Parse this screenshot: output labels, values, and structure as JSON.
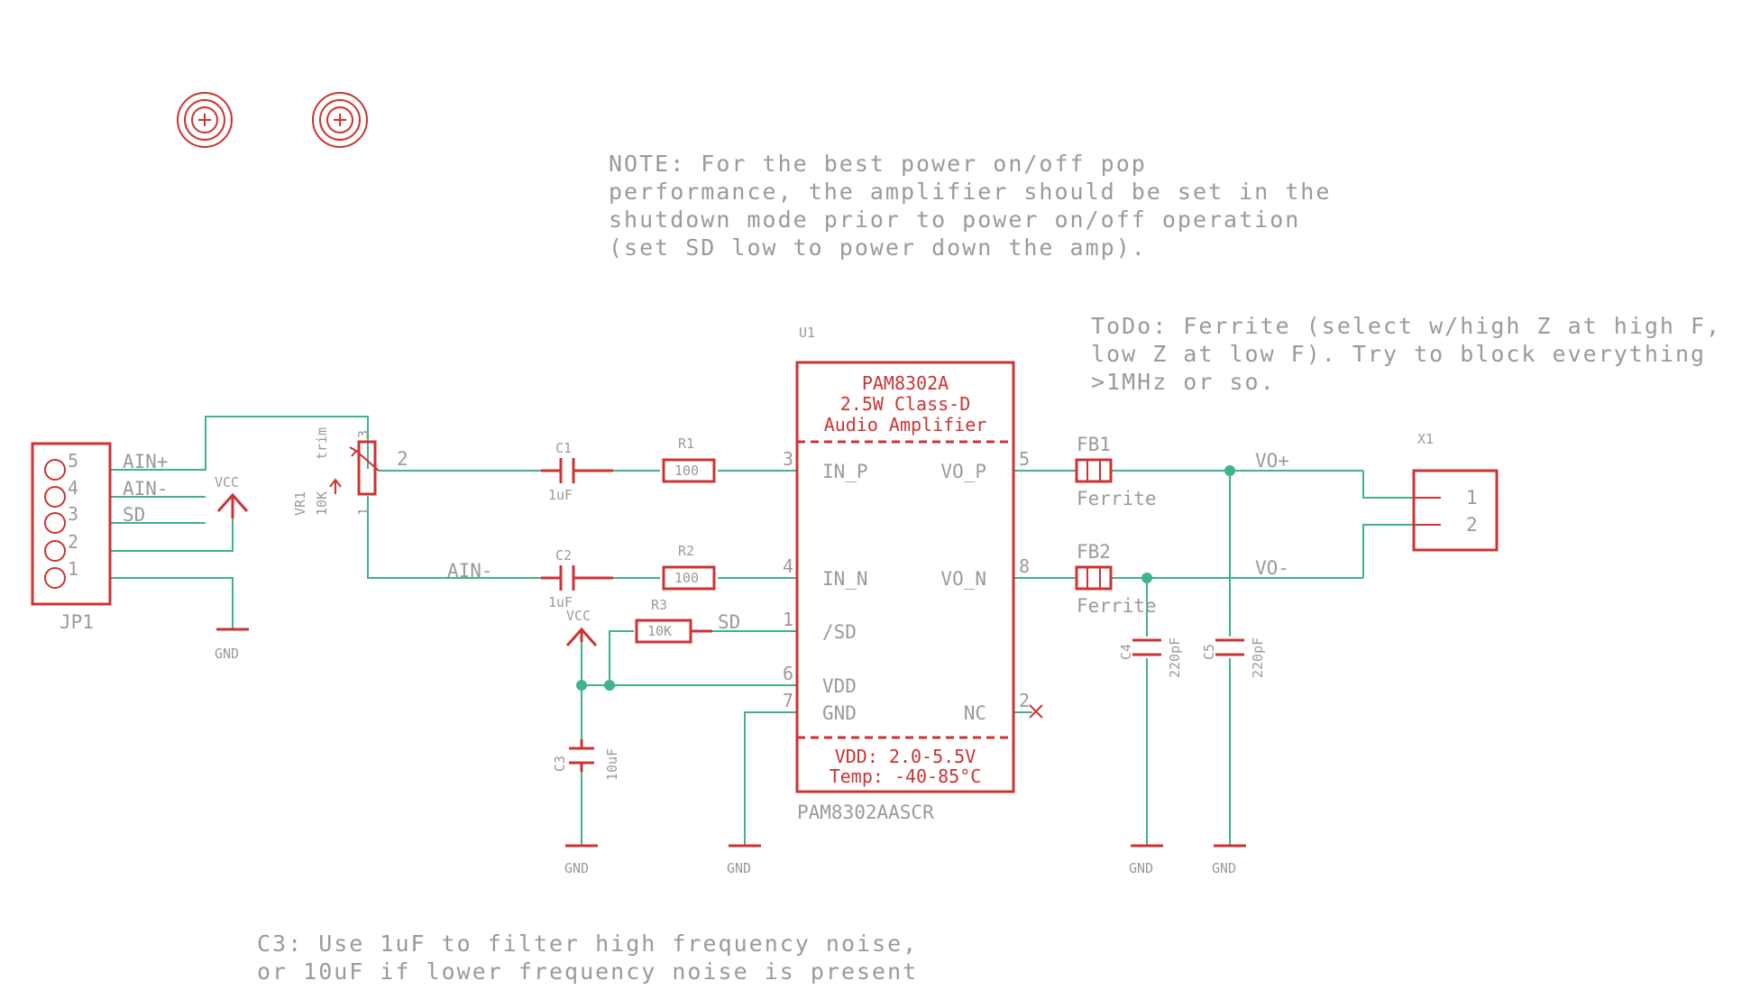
{
  "notes": {
    "power_note": [
      "NOTE: For the best power on/off pop",
      "performance, the amplifier should be set in the",
      "shutdown mode prior to power on/off operation",
      "(set SD low to power down the amp)."
    ],
    "todo_note": [
      "ToDo: Ferrite (select w/high Z at high F,",
      "low Z at low F). Try to block everything",
      ">1MHz or so."
    ],
    "c3_note": [
      "C3: Use 1uF to filter high frequency noise,",
      "or 10uF if lower frequency noise is present"
    ]
  },
  "ic": {
    "ref": "U1",
    "part": "PAM8302AASCR",
    "title": [
      "PAM8302A",
      "2.5W Class-D",
      "Audio Amplifier"
    ],
    "specs": [
      "VDD:  2.0-5.5V",
      "Temp: -40-85°C"
    ],
    "pins": {
      "in_p": {
        "num": "3",
        "name": "IN_P"
      },
      "in_n": {
        "num": "4",
        "name": "IN_N"
      },
      "sd": {
        "num": "1",
        "name": "/SD"
      },
      "vdd": {
        "num": "6",
        "name": "VDD"
      },
      "gnd": {
        "num": "7",
        "name": "GND"
      },
      "vo_p": {
        "num": "5",
        "name": "VO_P"
      },
      "vo_n": {
        "num": "8",
        "name": "VO_N"
      },
      "nc": {
        "num": "2",
        "name": "NC"
      }
    }
  },
  "header": {
    "ref": "JP1",
    "pins": [
      "5",
      "4",
      "3",
      "2",
      "1"
    ],
    "nets": [
      "AIN+",
      "AIN-",
      "SD"
    ]
  },
  "trimmer": {
    "ref": "VR1",
    "value": "10K",
    "type": "trim",
    "pin_wiper": "2",
    "pin_top": "3",
    "pin_bottom": "1"
  },
  "caps": {
    "c1": {
      "ref": "C1",
      "value": "1uF"
    },
    "c2": {
      "ref": "C2",
      "value": "1uF"
    },
    "c3": {
      "ref": "C3",
      "value": "10uF"
    },
    "c4": {
      "ref": "C4",
      "value": "220pF"
    },
    "c5": {
      "ref": "C5",
      "value": "220pF"
    }
  },
  "resistors": {
    "r1": {
      "ref": "R1",
      "value": "100"
    },
    "r2": {
      "ref": "R2",
      "value": "100"
    },
    "r3": {
      "ref": "R3",
      "value": "10K"
    }
  },
  "ferrites": {
    "fb1": {
      "ref": "FB1",
      "value": "Ferrite"
    },
    "fb2": {
      "ref": "FB2",
      "value": "Ferrite"
    }
  },
  "connector": {
    "ref": "X1",
    "pins": [
      "1",
      "2"
    ]
  },
  "nets": {
    "vcc": "VCC",
    "gnd": "GND",
    "ain_minus": "AIN-",
    "sd": "SD",
    "vo_plus": "VO+",
    "vo_minus": "VO-"
  },
  "colors": {
    "symbol": "#cc3333",
    "wire": "#3fb38a",
    "text": "#9a9a9a"
  }
}
